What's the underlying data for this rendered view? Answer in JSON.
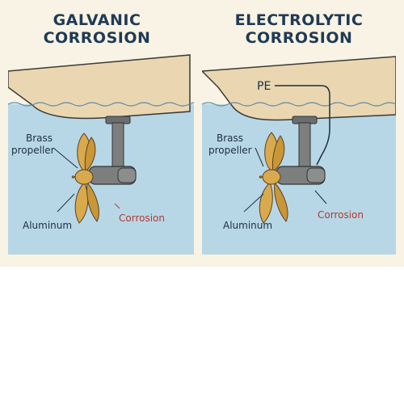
{
  "panels": [
    {
      "title_line1": "GALVANIC",
      "title_line2": "CORROSION",
      "propeller_label_line1": "Brass",
      "propeller_label_line2": "propeller",
      "anode_label": "Aluminum",
      "corrosion_label": "Corrosion"
    },
    {
      "title_line1": "ELECTROLYTIC",
      "title_line2": "CORROSION",
      "pe_label": "PE",
      "propeller_label_line1": "Brass",
      "propeller_label_line2": "propeller",
      "anode_label": "Aluminum",
      "corrosion_label": "Corrosion"
    }
  ],
  "colors": {
    "background": "#f8f3e4",
    "water": "#b7d7e6",
    "hull": "#ead7b2",
    "propeller": "#d9a94e",
    "shaft": "#7d7f7f",
    "title": "#1f3a56",
    "corrosion_text": "#b03a2e"
  }
}
